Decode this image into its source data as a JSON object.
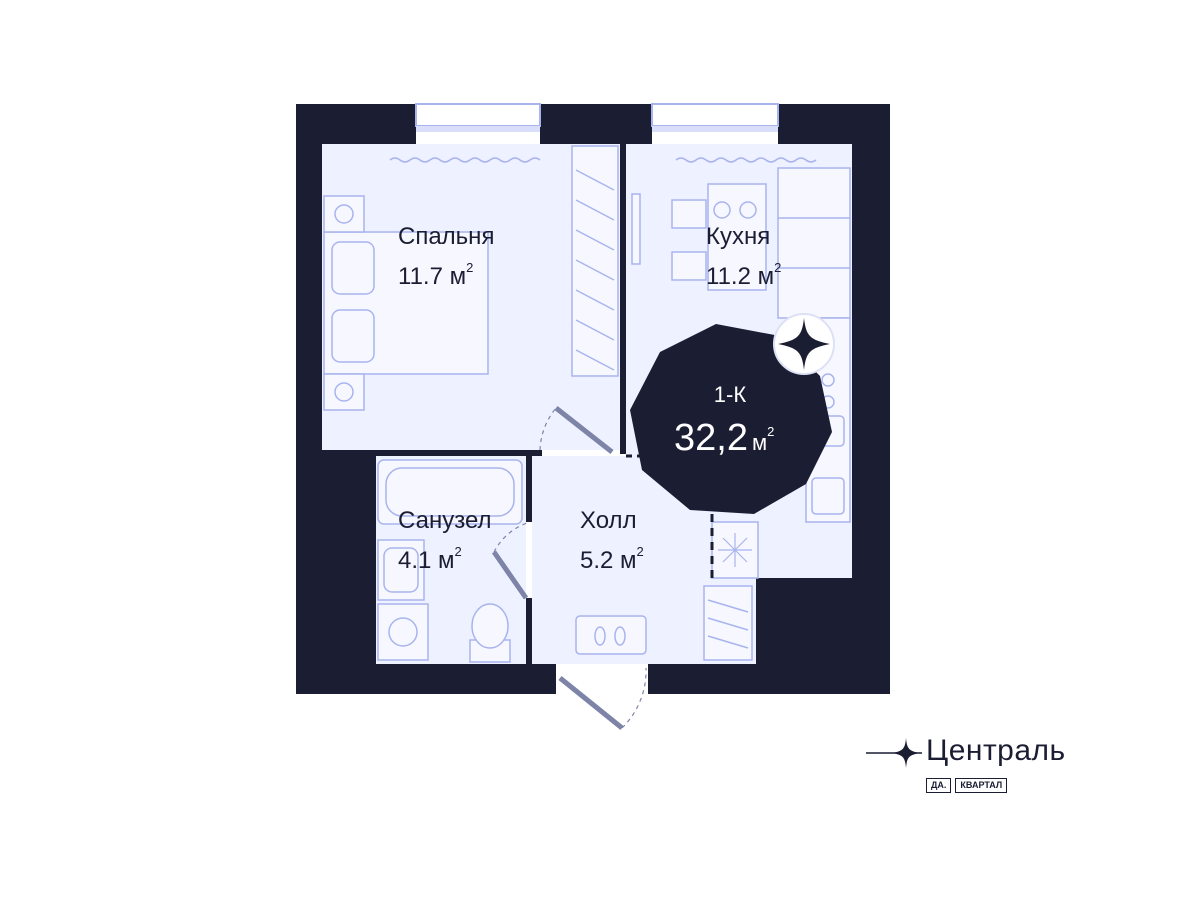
{
  "rooms": {
    "bedroom": {
      "name": "Спальня",
      "area": "11.7 м",
      "sup": "2"
    },
    "kitchen": {
      "name": "Кухня",
      "area": "11.2 м",
      "sup": "2"
    },
    "bathroom": {
      "name": "Санузел",
      "area": "4.1 м",
      "sup": "2"
    },
    "hall": {
      "name": "Холл",
      "area": "5.2 м",
      "sup": "2"
    }
  },
  "badge": {
    "type": "1-К",
    "area": "32,2",
    "unit": "м",
    "sup": "2"
  },
  "brand": {
    "name": "Централь",
    "tag1": "ДА.",
    "tag2": "КВАРТАЛ"
  },
  "colors": {
    "wall": "#1b1d33",
    "room_fill": "#eef1ff",
    "furniture": "#a9b4ee",
    "accent": "#1b1d33"
  }
}
